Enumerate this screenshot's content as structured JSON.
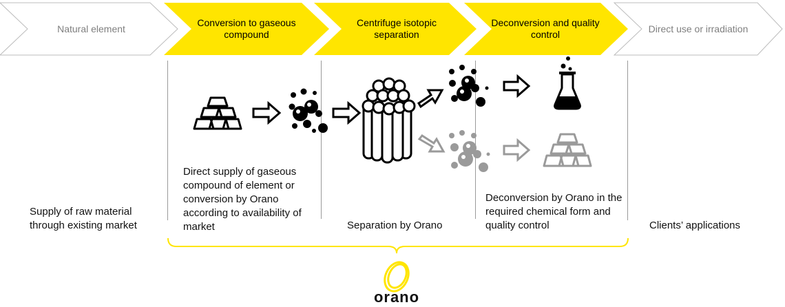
{
  "steps": [
    {
      "label": "Natural element",
      "style": "grey"
    },
    {
      "label": "Conversion to gaseous compound",
      "style": "yellow"
    },
    {
      "label": "Centrifuge isotopic separation",
      "style": "yellow"
    },
    {
      "label": "Deconversion and quality control",
      "style": "yellow"
    },
    {
      "label": "Direct use or irradiation",
      "style": "grey"
    }
  ],
  "descriptions": {
    "supply": "Supply of raw material through existing market",
    "conversion": "Direct supply of gaseous compound of element or conversion by Orano according to availability of market",
    "separation": "Separation by Orano",
    "deconversion": "Deconversion by Orano in the required chemical form and quality control",
    "clients": "Clients’ applications"
  },
  "brand": {
    "name": "orano"
  },
  "colors": {
    "yellow": "#ffe500",
    "grey_text": "#7f7f7f",
    "grey_icon": "#9a9a9a",
    "black": "#000000"
  },
  "icons": [
    "ingots-icon",
    "arrow-right-icon",
    "molecules-icon",
    "centrifuge-icon",
    "flask-icon",
    "orano-logo-icon"
  ]
}
